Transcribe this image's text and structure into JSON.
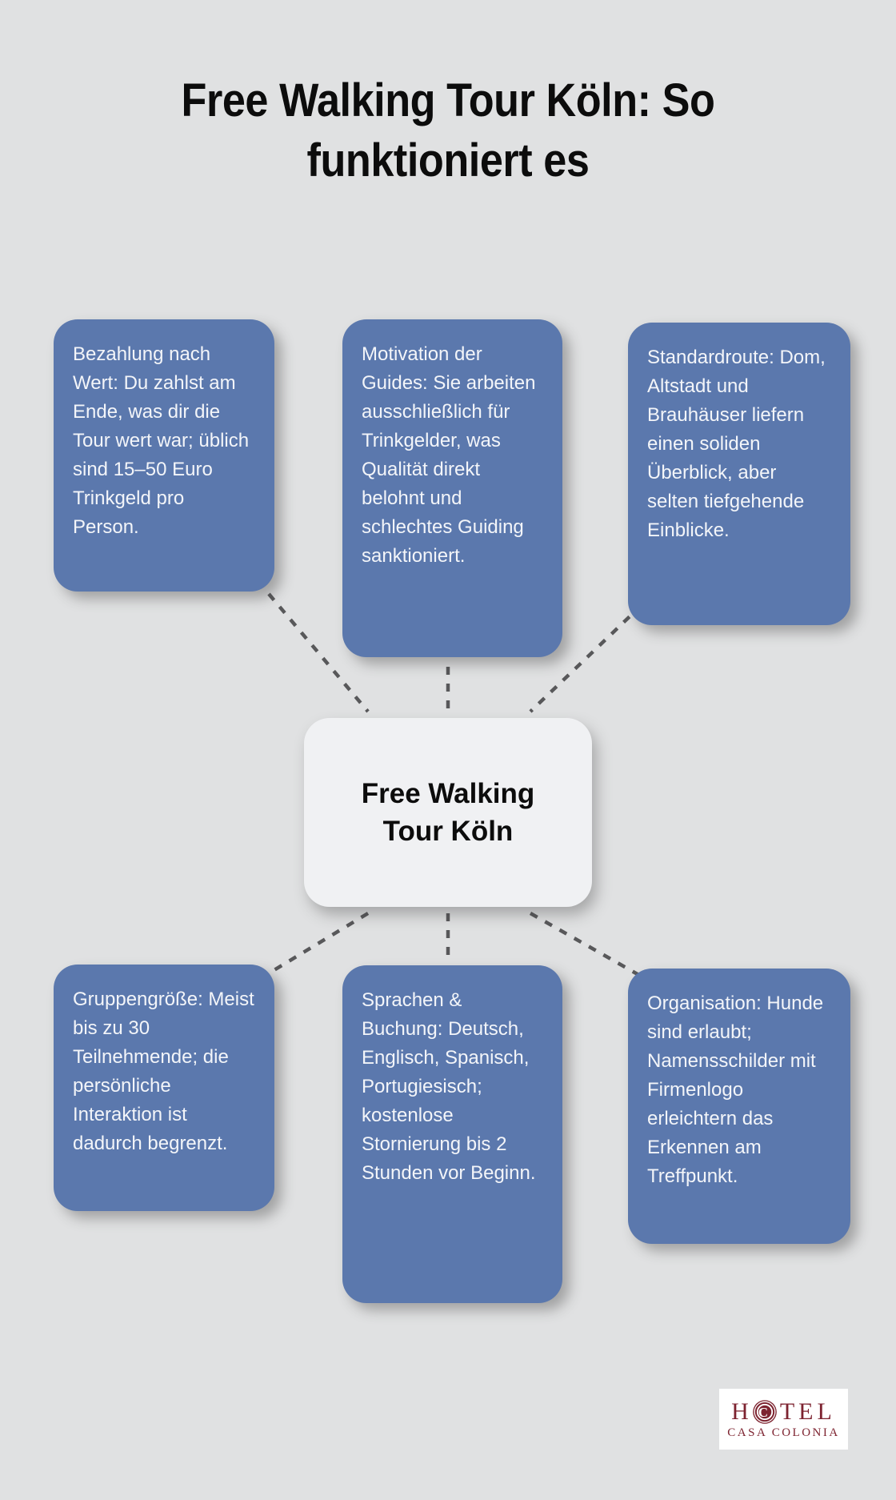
{
  "title": {
    "text": "Free Walking Tour Köln: So funktioniert es",
    "line1": "Free Walking Tour Köln: So",
    "line2": "funktioniert es"
  },
  "center_node": {
    "text": "Free Walking Tour Köln",
    "line1": "Free Walking",
    "line2": "Tour Köln"
  },
  "nodes": [
    {
      "id": "bezahlung",
      "text": "Bezahlung nach Wert: Du zahlst am Ende, was dir die Tour wert war; üblich sind 15–50 Euro Trinkgeld pro Person."
    },
    {
      "id": "motivation",
      "text": "Motivation der Guides: Sie arbeiten ausschließlich für Trinkgelder, was Qualität direkt belohnt und schlechtes Guiding sanktioniert."
    },
    {
      "id": "standardroute",
      "text": "Standardroute: Dom, Altstadt und Brauhäuser liefern einen soliden Überblick, aber selten tiefgehende Einblicke."
    },
    {
      "id": "gruppengroesse",
      "text": "Gruppengröße: Meist bis zu 30 Teilnehmende; die persönliche Interaktion ist dadurch begrenzt."
    },
    {
      "id": "sprachen",
      "text": "Sprachen & Buchung: Deutsch, Englisch, Spanisch, Portugiesisch; kostenlose Stornierung bis 2 Stunden vor Beginn."
    },
    {
      "id": "organisation",
      "text": "Organisation: Hunde sind erlaubt; Namensschilder mit Firmenlogo erleichtern das Erkennen am Treffpunkt."
    }
  ],
  "logo": {
    "word_start": "H",
    "word_end": "TEL",
    "subtitle": "CASA COLONIA",
    "mark_letter": "C"
  },
  "colors": {
    "background": "#e0e1e2",
    "node_blue": "#5b78ad",
    "node_text": "#f3f5f9",
    "center_bg": "#f0f1f3",
    "connector_gray": "#58585a",
    "title_black": "#0c0c0c",
    "logo_maroon": "#7d2330",
    "logo_bg": "#ffffff"
  }
}
